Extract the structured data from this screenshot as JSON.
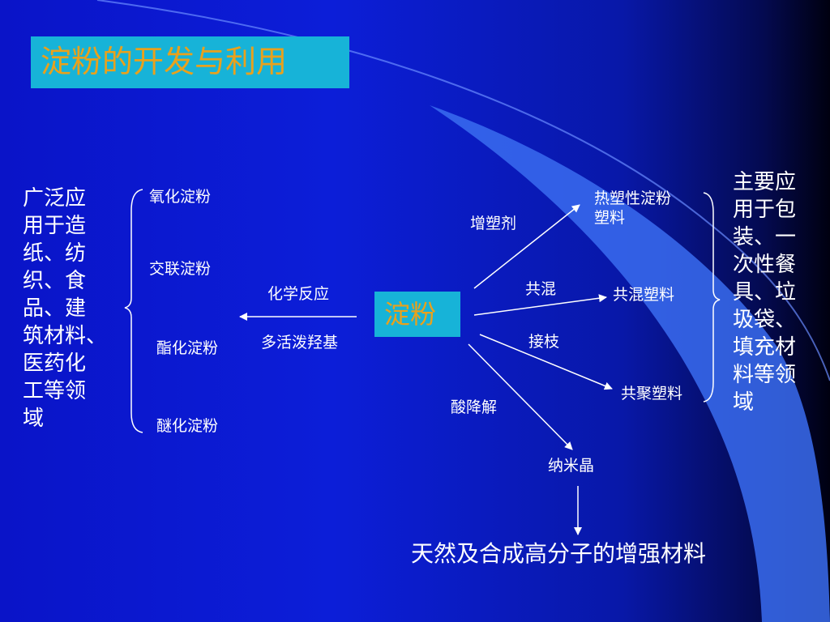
{
  "title": "淀粉的开发与利用",
  "center": "淀粉",
  "left_note": "广泛应\n用于造\n纸、纺\n织、食\n品、建\n筑材料、\n医药化\n工等领\n域",
  "left_derivatives": [
    "氧化淀粉",
    "交联淀粉",
    "酯化淀粉",
    "醚化淀粉"
  ],
  "left_arrow_labels": {
    "top": "化学反应",
    "bottom": "多活泼羟基"
  },
  "right_branches": {
    "plasticizer": "增塑剂",
    "blend": "共混",
    "graft": "接枝",
    "acid_degradation": "酸降解"
  },
  "right_products": {
    "thermoplastic": "热塑性淀粉\n塑料",
    "blend_plastic": "共混塑料",
    "copolymer_plastic": "共聚塑料",
    "nanocrystal": "纳米晶"
  },
  "right_note": "主要应\n用于包\n装、一\n次性餐\n具、垃\n圾袋、\n填充材\n料等领\n域",
  "bottom_result": "天然及合成高分子的增强材料",
  "colors": {
    "background": "#0c1ed8",
    "title_box": "#17b3d8",
    "title_text": "#e9a11c",
    "text": "#ffffff",
    "swoosh": "#3a6cf0"
  }
}
